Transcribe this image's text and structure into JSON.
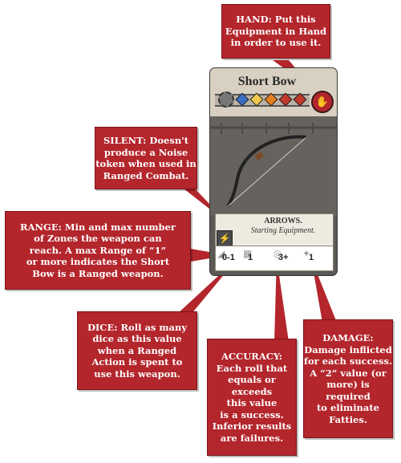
{
  "card": {
    "title": "Short Bow",
    "keyword": "ARROWS.",
    "subtitle": "Starting Equipment.",
    "stats": {
      "range": "0-1",
      "dice": "1",
      "accuracy": "3+",
      "damage": "1"
    },
    "skill_gem_colors": [
      "#3b6fc4",
      "#f2c94c",
      "#e67e22",
      "#c0392b",
      "#c0392b"
    ]
  },
  "callouts": {
    "hand": [
      "HAND: Put this",
      "Equipment in Hand",
      "in order to use it."
    ],
    "silent": [
      "SILENT: Doesn't",
      "produce a Noise",
      "token when used in",
      "Ranged Combat."
    ],
    "range": [
      "RANGE: Min and max number",
      "of Zones the weapon can",
      "reach. A max Range of “1”",
      "or more indicates the Short",
      "Bow is a Ranged weapon."
    ],
    "dice": [
      "DICE: Roll as many",
      "dice as this value",
      "when a Ranged",
      "Action is spent to",
      "use this weapon."
    ],
    "accuracy": [
      "ACCURACY:",
      "Each roll that",
      "equals or exceeds",
      "this value",
      "is a success.",
      "Inferior results",
      "are failures."
    ],
    "damage": [
      "DAMAGE:",
      "Damage inflicted",
      "for each success.",
      "A “2” value (or",
      "more) is required",
      "to eliminate",
      "Fatties."
    ]
  },
  "colors": {
    "callout": "#b3262c",
    "card": "#5b5955"
  }
}
